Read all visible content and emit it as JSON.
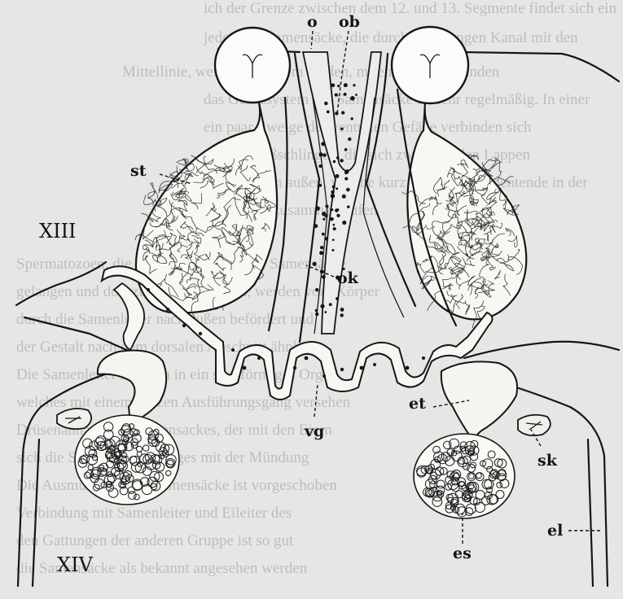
{
  "figure": {
    "regions": {
      "upper": "XIII",
      "lower": "XIV"
    },
    "labels": {
      "o": "o",
      "ob": "ob",
      "st": "st",
      "ok": "ok",
      "vg": "vg",
      "et": "et",
      "sk": "sk",
      "es": "es",
      "el": "el"
    }
  },
  "show_through_text": [
    "ich der Grenze zwischen dem 12. und 13. Segmente findet sich ein",
    "jederseits Samensäcke, die durch einen engen Kanal mit den",
    "Mittellinie, wenig hinter dem Hoden, miteinander verbunden",
    "das Gefäßsystem der Samensäcke ist sehr regelmäßig. In einer",
    "ein paar Zweige der ventralen Gefäße verbinden sich",
    "so zu Gefäßschlingen, die sich zwischen den Lappen",
    "Vesikel nach außen, welche kurz vor dem Segmentende in der",
    "Mittellinie zusammenlaufen",
    "Spermatozoen, die aus den Hoden in die Samensäcke",
    "gelangen und dort zur Reife kommen, werden vom Körper",
    "durch die Samenleiter nach außen befördert und",
    "der Gestalt nach dem dorsalen Abschnitt ähnlich",
    "Die Samenleiter münden in ein sackförmiges Organ",
    "welches mit einem kurzen Ausführungsgang versehen",
    "Drüsenanhang des Samensackes, der mit den Eiern",
    "sich die Schlinge des Ganges mit der Mündung",
    "Die Ausmündung der Samensäcke ist vorgeschoben",
    "Verbindung mit Samenleiter und Eileiter des",
    "den Gattungen der anderen Gruppe ist so gut",
    "die Samensäcke als bekannt angesehen werden"
  ]
}
